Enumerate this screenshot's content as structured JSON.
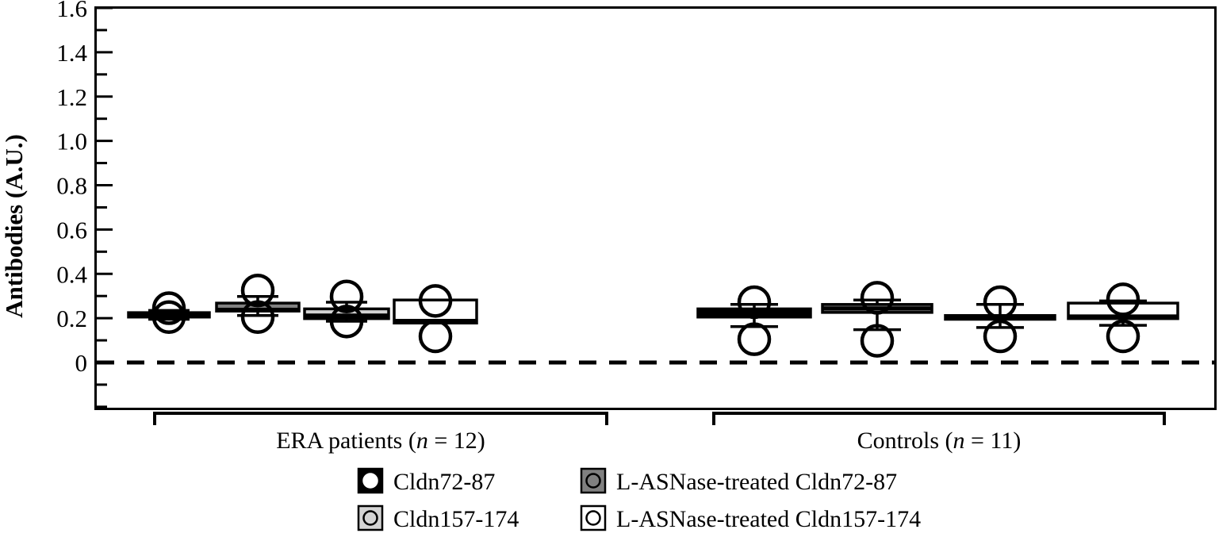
{
  "chart_data": {
    "type": "boxplot",
    "title": "",
    "xlabel": "",
    "ylabel": "Antibodies (A.U.)",
    "ylim": [
      -0.28,
      1.6
    ],
    "y_ticks_major": [
      "0",
      "0.2",
      "0.4",
      "0.6",
      "0.8",
      "1.0",
      "1.2",
      "1.4",
      "1.6"
    ],
    "y_tick_values": [
      0,
      0.2,
      0.4,
      0.6,
      0.8,
      1.0,
      1.2,
      1.4,
      1.6
    ],
    "y_minor_step": 0.1,
    "grid": false,
    "zero_reference_line": {
      "value": 0,
      "style": "dashed"
    },
    "legend_position": "bottom",
    "groups": [
      {
        "label_prefix": "ERA patients (",
        "label_n": "n",
        "label_suffix": " = 12)",
        "n": 12
      },
      {
        "label_prefix": "Controls (",
        "label_n": "n",
        "label_suffix": " = 11)",
        "n": 11
      }
    ],
    "series": [
      {
        "name": "Cldn72-87",
        "fill": "#000000",
        "key": "cldn72"
      },
      {
        "name": "L-ASNase-treated Cldn72-87",
        "fill": "#808080",
        "key": "asn_cldn72"
      },
      {
        "name": "Cldn157-174",
        "fill": "#d4d4d4",
        "key": "cldn157"
      },
      {
        "name": "L-ASNase-treated Cldn157-174",
        "fill": "#ffffff",
        "key": "asn_cldn157"
      }
    ],
    "boxes": [
      {
        "group": "ERA patients (n = 12)",
        "series": "Cldn72-87",
        "fill": "#000000",
        "q1": 0.205,
        "median": 0.215,
        "q3": 0.225,
        "whisker_low": 0.195,
        "whisker_high": 0.235,
        "outliers": [
          0.245,
          0.205
        ]
      },
      {
        "group": "ERA patients (n = 12)",
        "series": "L-ASNase-treated Cldn72-87",
        "fill": "#808080",
        "q1": 0.232,
        "median": 0.238,
        "q3": 0.268,
        "whisker_low": 0.212,
        "whisker_high": 0.298,
        "outliers": [
          0.325,
          0.205
        ]
      },
      {
        "group": "ERA patients (n = 12)",
        "series": "Cldn157-174",
        "fill": "#d4d4d4",
        "q1": 0.198,
        "median": 0.212,
        "q3": 0.242,
        "whisker_low": 0.186,
        "whisker_high": 0.272,
        "outliers": [
          0.298,
          0.185
        ]
      },
      {
        "group": "ERA patients (n = 12)",
        "series": "L-ASNase-treated Cldn157-174",
        "fill": "#ffffff",
        "q1": 0.178,
        "median": 0.188,
        "q3": 0.282,
        "whisker_low": 0.178,
        "whisker_high": 0.282,
        "outliers": [
          0.278,
          0.118
        ]
      },
      {
        "group": "Controls (n = 11)",
        "series": "Cldn72-87",
        "fill": "#000000",
        "q1": 0.205,
        "median": 0.222,
        "q3": 0.242,
        "whisker_low": 0.162,
        "whisker_high": 0.262,
        "outliers": [
          0.272,
          0.105
        ]
      },
      {
        "group": "Controls (n = 11)",
        "series": "L-ASNase-treated Cldn72-87",
        "fill": "#808080",
        "q1": 0.226,
        "median": 0.244,
        "q3": 0.262,
        "whisker_low": 0.148,
        "whisker_high": 0.282,
        "outliers": [
          0.292,
          0.098
        ]
      },
      {
        "group": "Controls (n = 11)",
        "series": "Cldn157-174",
        "fill": "#d4d4d4",
        "q1": 0.195,
        "median": 0.204,
        "q3": 0.212,
        "whisker_low": 0.158,
        "whisker_high": 0.262,
        "outliers": [
          0.272,
          0.118
        ]
      },
      {
        "group": "Controls (n = 11)",
        "series": "L-ASNase-treated Cldn157-174",
        "fill": "#ffffff",
        "q1": 0.198,
        "median": 0.208,
        "q3": 0.268,
        "whisker_low": 0.168,
        "whisker_high": 0.278,
        "outliers": [
          0.285,
          0.118
        ]
      }
    ]
  },
  "legend": {
    "items": [
      {
        "label": "Cldn72-87",
        "fill": "#000000",
        "marker": "circle-in-square"
      },
      {
        "label": "L-ASNase-treated Cldn72-87",
        "fill": "#808080",
        "marker": "circle-in-square"
      },
      {
        "label": "Cldn157-174",
        "fill": "#d4d4d4",
        "marker": "circle-in-square"
      },
      {
        "label": "L-ASNase-treated Cldn157-174",
        "fill": "#ffffff",
        "marker": "circle-in-square"
      }
    ]
  },
  "colors": {
    "axis": "#000000",
    "frame": "#000000",
    "black_box": "#000000",
    "dark_gray_box": "#808080",
    "light_gray_box": "#d4d4d4",
    "white_box": "#ffffff"
  }
}
